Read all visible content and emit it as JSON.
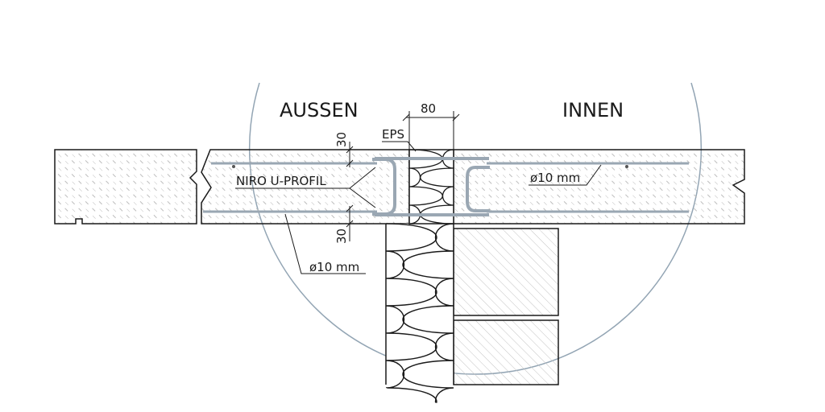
{
  "labels": {
    "outside": "AUSSEN",
    "inside": "INNEN",
    "eps": "EPS",
    "profile": "NIRO U-PROFIL",
    "dim_gap": "80",
    "dim_top": "30",
    "dim_bottom": "30",
    "rebar_right": "ø10 mm",
    "rebar_bottom": "ø10 mm"
  },
  "colors": {
    "line": "#1a1a1a",
    "hatch": "#bdbdbd",
    "steel": "#9aa7b3",
    "circle": "#93a5b4",
    "background": "#ffffff"
  }
}
